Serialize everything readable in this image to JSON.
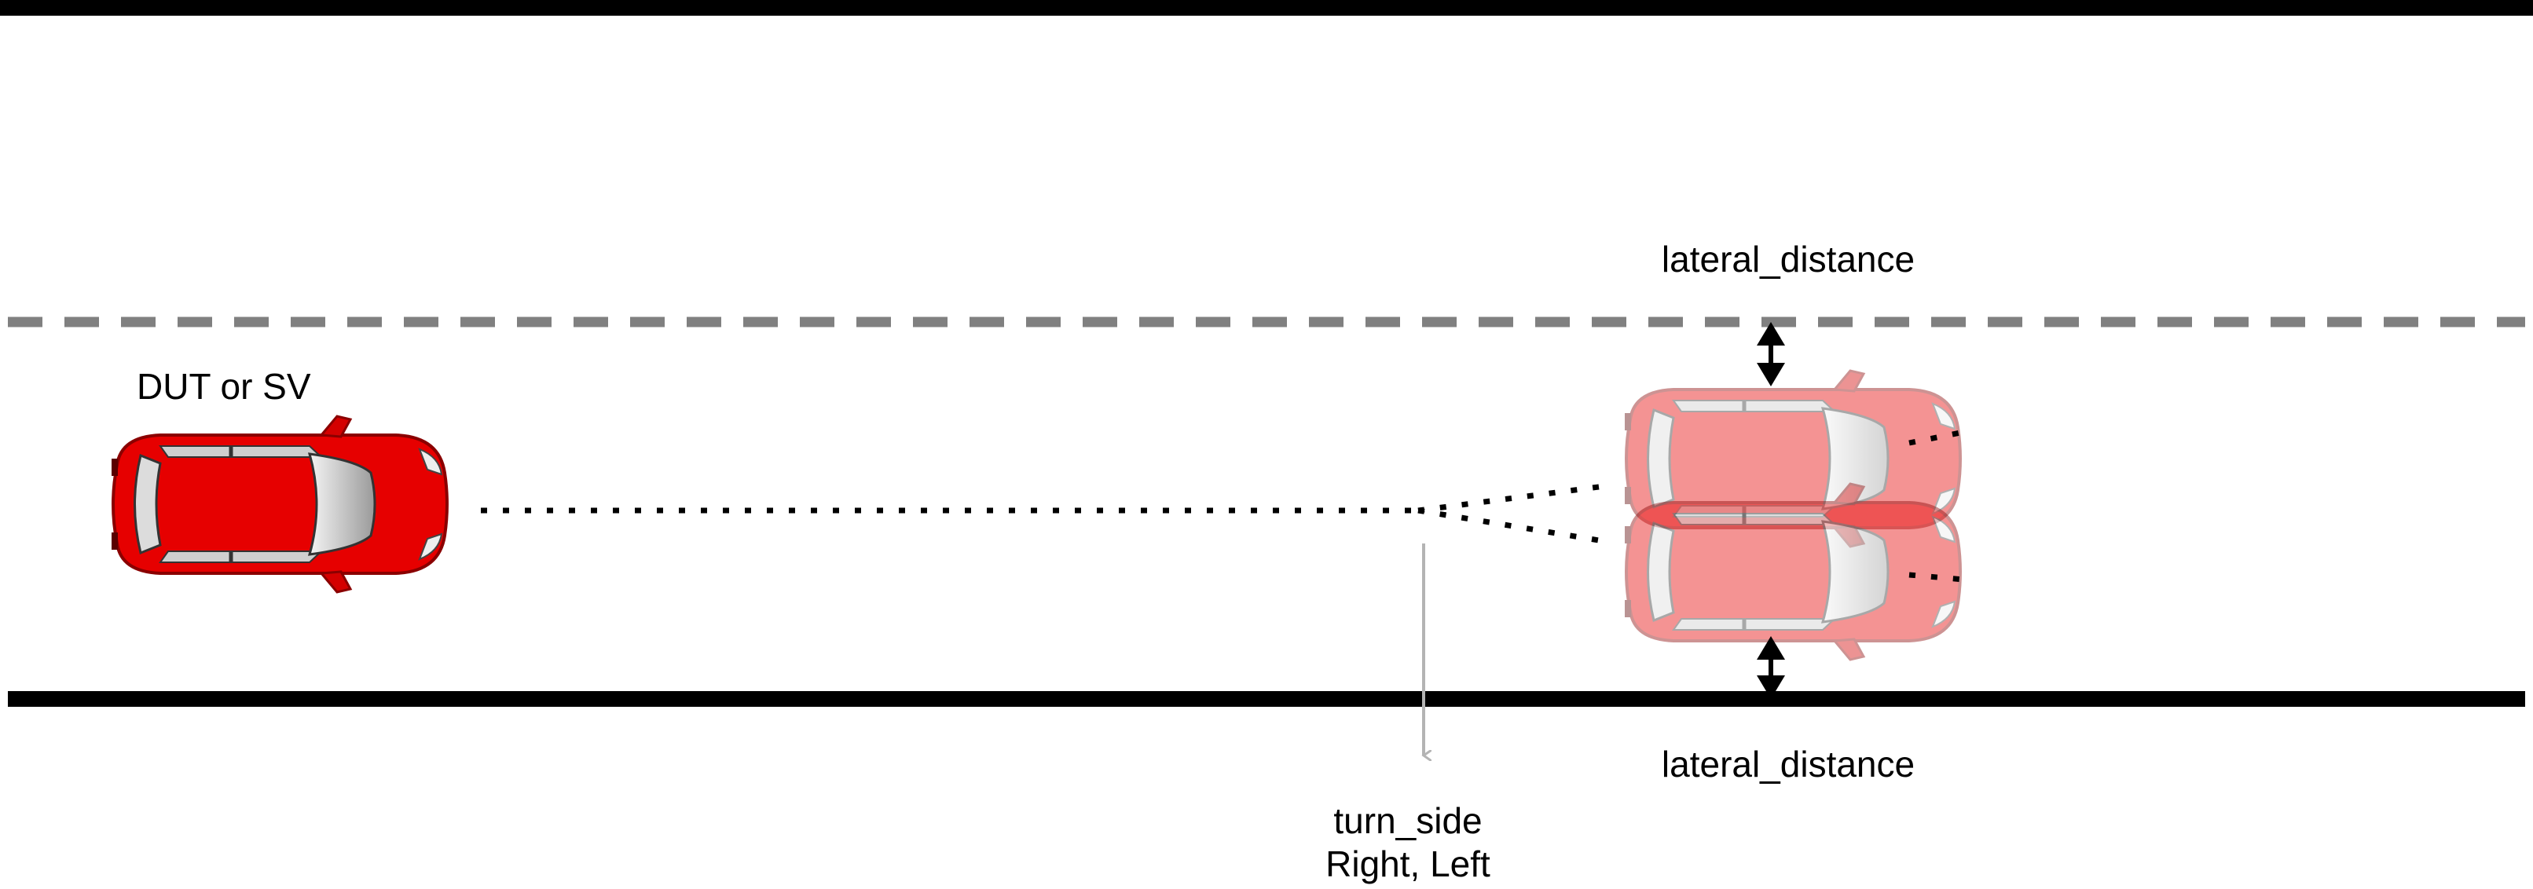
{
  "labels": {
    "vehicle": "DUT or SV",
    "lateral_top": "lateral_distance",
    "lateral_bottom": "lateral_distance",
    "turn_side_title": "turn_side",
    "turn_side_values": "Right, Left"
  },
  "colors": {
    "road_edge": "#000000",
    "lane_divider": "#808080",
    "car_body": "#e60000",
    "ghost_car_body": "#f08c8c",
    "arrow_gray": "#b4b4b4"
  }
}
